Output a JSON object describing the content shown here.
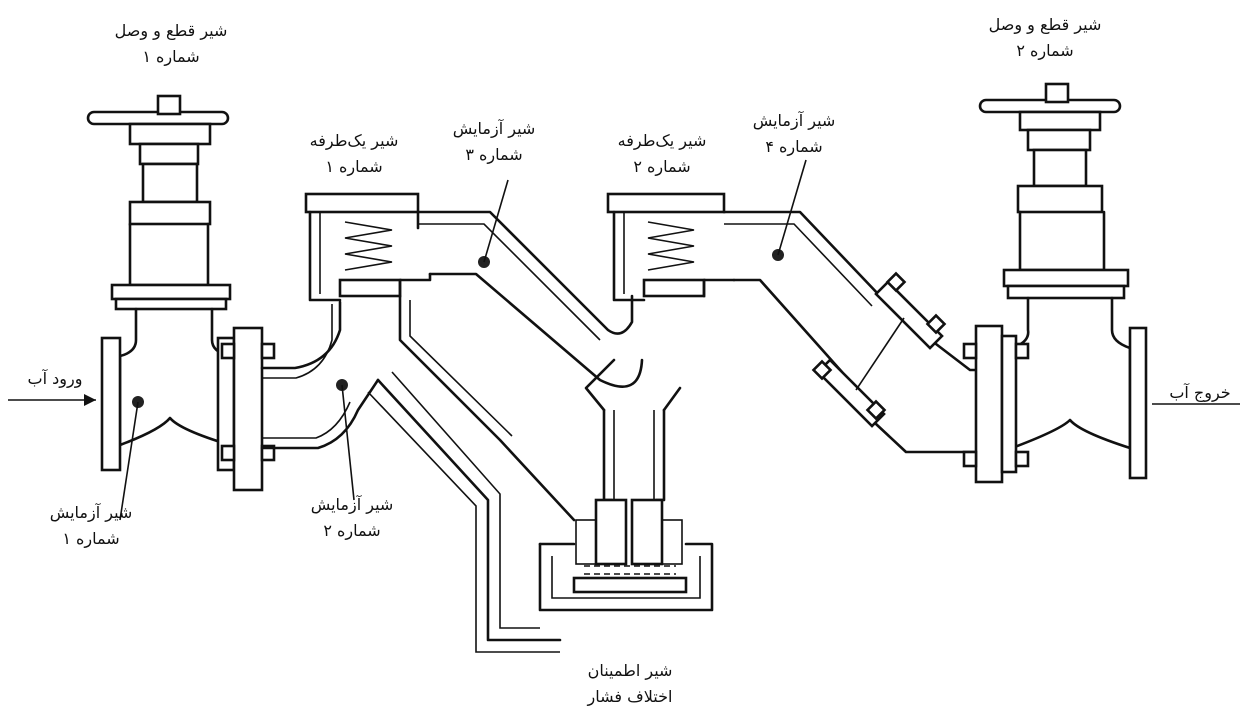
{
  "labels": {
    "isolation_valve_1": {
      "line1": "شیر قطع و وصل",
      "line2": "شماره ۱"
    },
    "isolation_valve_2": {
      "line1": "شیر قطع و وصل",
      "line2": "شماره ۲"
    },
    "check_valve_1": {
      "line1": "شیر یک‌طرفه",
      "line2": "شماره ۱"
    },
    "check_valve_2": {
      "line1": "شیر یک‌طرفه",
      "line2": "شماره ۲"
    },
    "test_valve_1": {
      "line1": "شیر آزمایش",
      "line2": "شماره ۱"
    },
    "test_valve_2": {
      "line1": "شیر آزمایش",
      "line2": "شماره ۲"
    },
    "test_valve_3": {
      "line1": "شیر آزمایش",
      "line2": "شماره ۳"
    },
    "test_valve_4": {
      "line1": "شیر آزمایش",
      "line2": "شماره ۴"
    },
    "water_inlet": "ورود آب",
    "water_outlet": "خروج آب",
    "relief_valve": {
      "line1": "شیر اطمینان",
      "line2": "اختلاف فشار"
    }
  },
  "colors": {
    "ink": "#111111",
    "background": "#ffffff"
  }
}
